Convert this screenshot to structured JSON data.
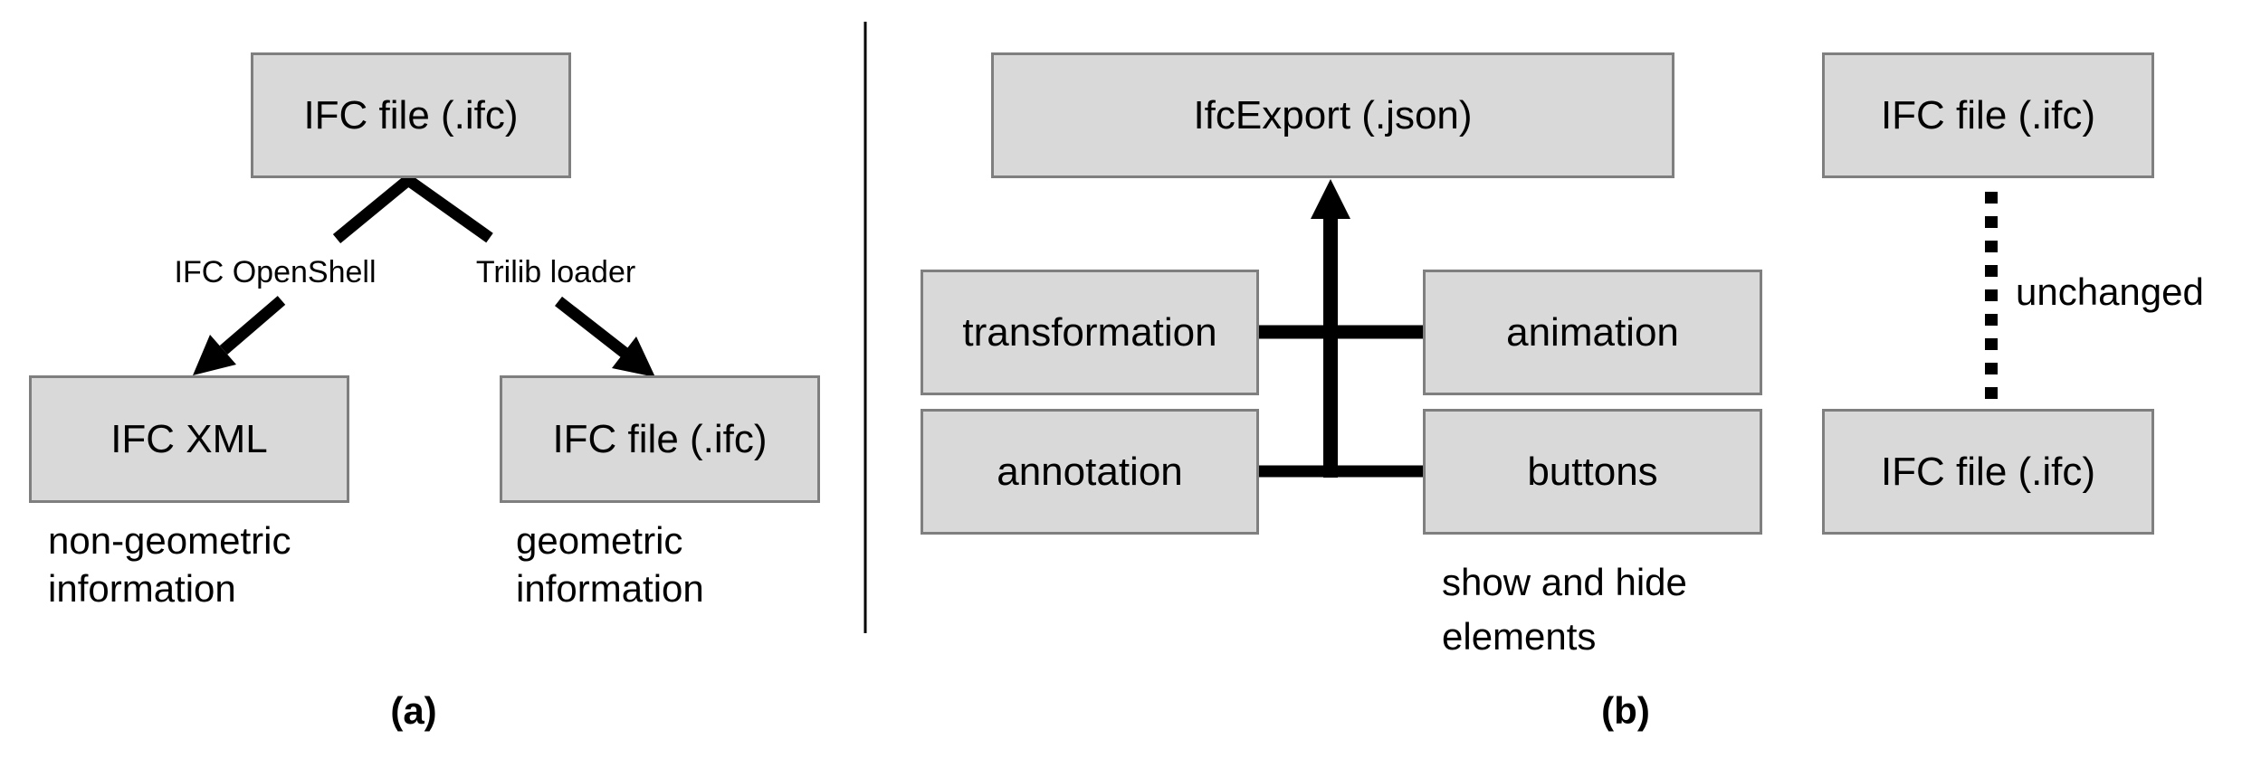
{
  "colors": {
    "background": "#ffffff",
    "box_fill": "#d9d9d9",
    "box_border": "#7f7f7f",
    "line": "#000000",
    "text": "#000000"
  },
  "panel_a": {
    "label": "(a)",
    "top_box": "IFC file (.ifc)",
    "left_branch_label": "IFC OpenShell",
    "right_branch_label": "Trilib loader",
    "left_box": "IFC XML",
    "right_box": "IFC file (.ifc)",
    "left_caption": "non-geometric\ninformation",
    "right_caption": "geometric\ninformation"
  },
  "panel_b": {
    "label": "(b)",
    "top_box": "IfcExport (.json)",
    "boxes": {
      "transformation": "transformation",
      "animation": "animation",
      "annotation": "annotation",
      "buttons": "buttons"
    },
    "buttons_caption": "show and hide\nelements",
    "right_top_box": "IFC file (.ifc)",
    "right_bottom_box": "IFC file (.ifc)",
    "dotted_edge_label": "unchanged"
  }
}
